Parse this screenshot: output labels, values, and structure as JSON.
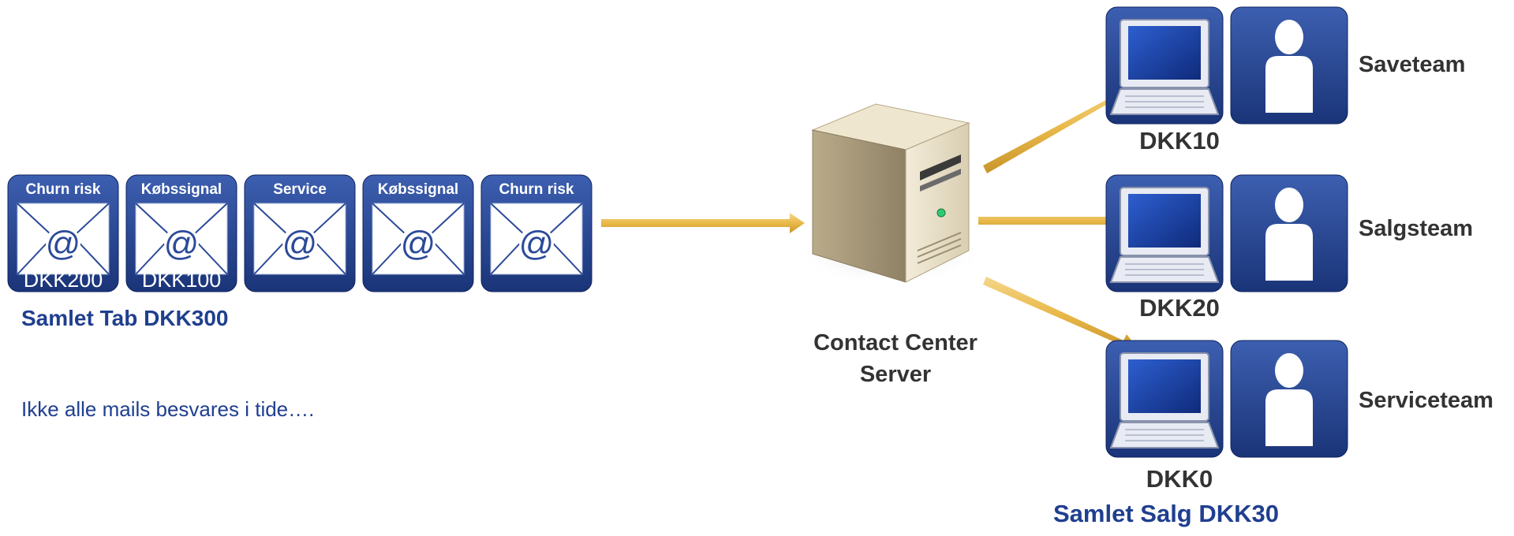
{
  "emails": [
    {
      "label": "Churn risk",
      "value": "DKK200"
    },
    {
      "label": "Købssignal",
      "value": "DKK100"
    },
    {
      "label": "Service",
      "value": ""
    },
    {
      "label": "Købssignal",
      "value": ""
    },
    {
      "label": "Churn risk",
      "value": ""
    }
  ],
  "email_icon_symbol": "@",
  "queue_total": "Samlet Tab DKK300",
  "note": "Ikke alle mails besvares i tide….",
  "server_label_line1": "Contact Center",
  "server_label_line2": "Server",
  "teams": [
    {
      "name": "Saveteam",
      "value": "DKK10"
    },
    {
      "name": "Salgsteam",
      "value": "DKK20"
    },
    {
      "name": "Serviceteam",
      "value": "DKK0"
    }
  ],
  "sales_total": "Samlet Salg DKK30",
  "colors": {
    "tile_blue": "#1f3f8f",
    "text_blue": "#1f3f8f",
    "arrow": "#e9b94a",
    "label_dark": "#333333"
  }
}
